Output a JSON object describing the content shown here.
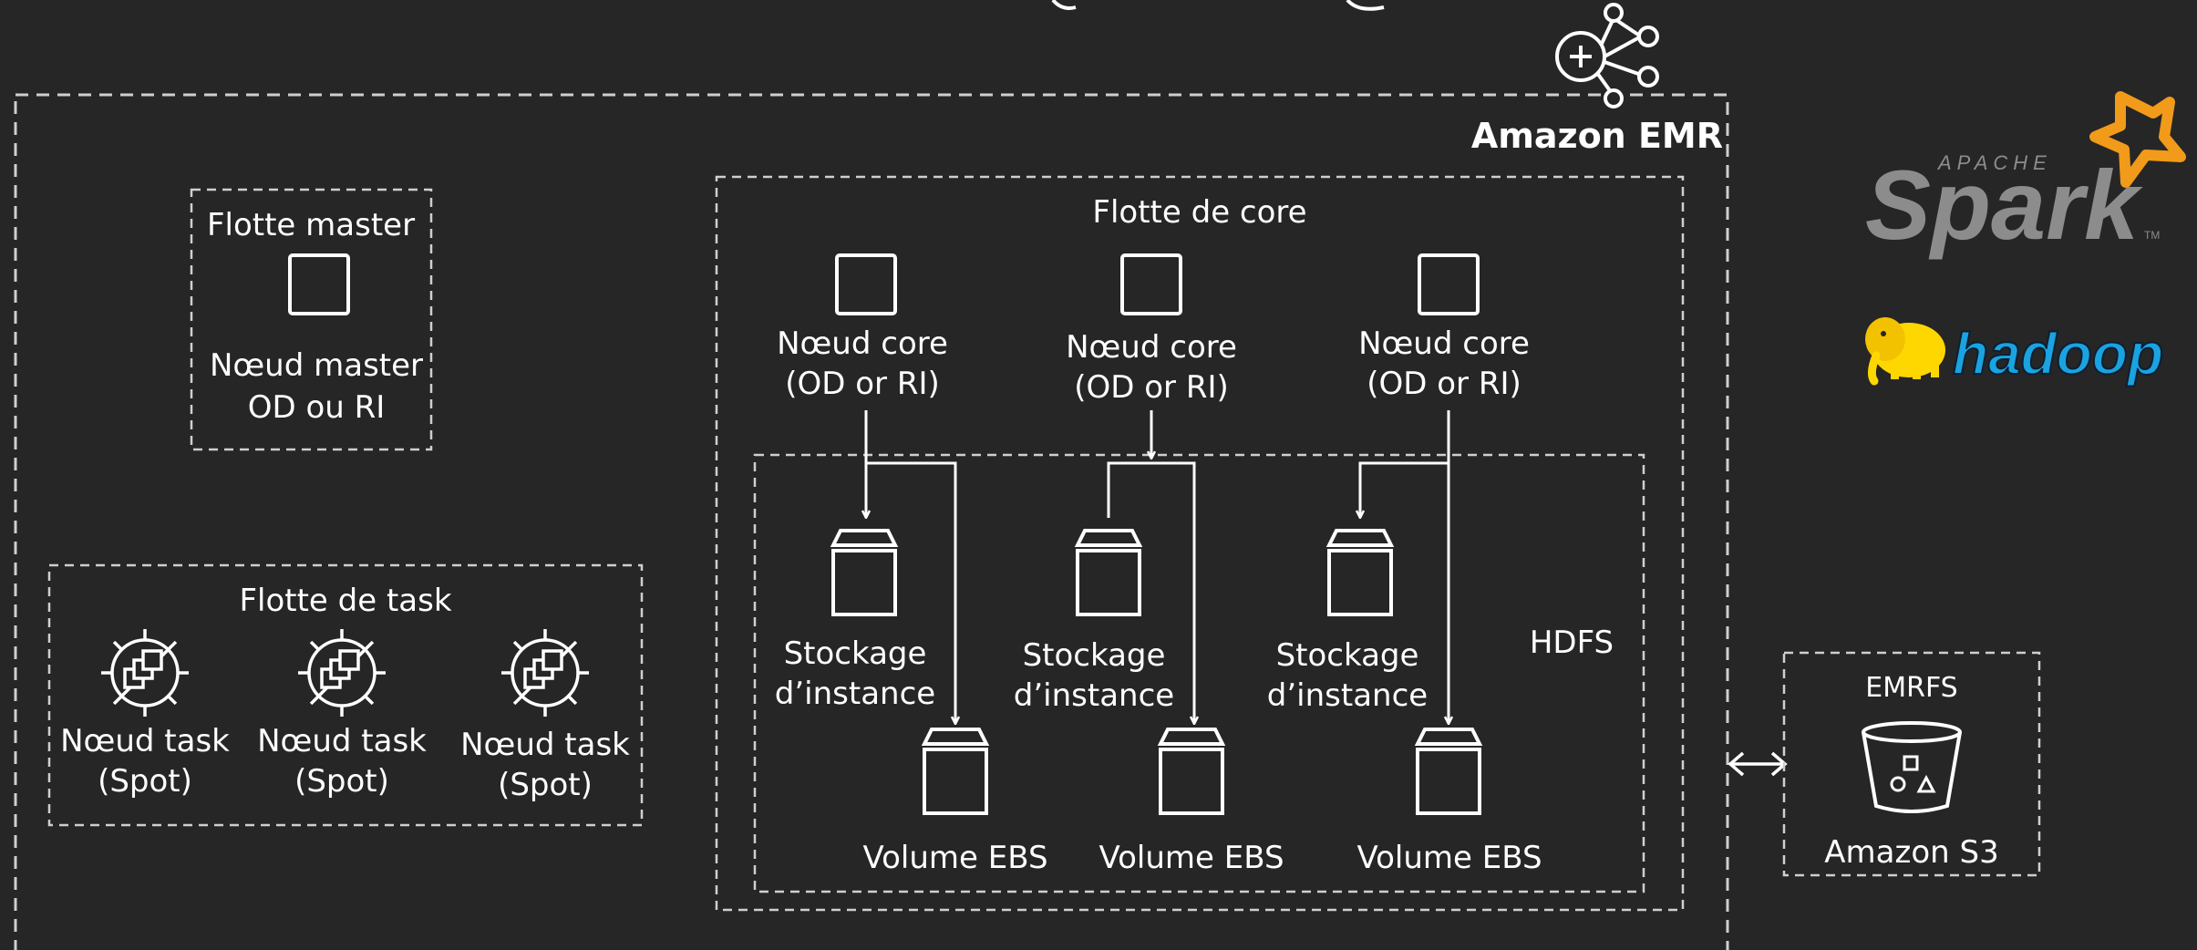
{
  "colors": {
    "background": "#262626",
    "line": "#ffffff",
    "dashed_border": "#cfcfcf",
    "spark_gray": "#8c8c8c",
    "spark_orange": "#f29a1a",
    "hadoop_yellow": "#ffd700",
    "hadoop_blue": "#1aa3e0"
  },
  "emr": {
    "label": "Amazon EMR",
    "icon": "emr-cluster-icon"
  },
  "master_fleet": {
    "title": "Flotte master",
    "node_line1": "Nœud master",
    "node_line2": "OD ou RI"
  },
  "task_fleet": {
    "title": "Flotte de task",
    "nodes": [
      {
        "line1": "Nœud task",
        "line2": "(Spot)"
      },
      {
        "line1": "Nœud task",
        "line2": "(Spot)"
      },
      {
        "line1": "Nœud task",
        "line2": "(Spot)"
      }
    ]
  },
  "core_fleet": {
    "title": "Flotte de core",
    "nodes": [
      {
        "line1": "Nœud core",
        "line2": "(OD or RI)"
      },
      {
        "line1": "Nœud core",
        "line2": "(OD or RI)"
      },
      {
        "line1": "Nœud core",
        "line2": "(OD or RI)"
      }
    ],
    "hdfs_label": "HDFS",
    "instance_store": {
      "line1": "Stockage",
      "line2": "d’instance"
    },
    "ebs_label": "Volume EBS"
  },
  "s3": {
    "title": "EMRFS",
    "label": "Amazon S3",
    "icon": "s3-bucket-icon"
  },
  "logos": {
    "spark": {
      "apache": "APACHE",
      "name": "Spark",
      "tm": "TM"
    },
    "hadoop": {
      "name": "hadoop"
    }
  }
}
